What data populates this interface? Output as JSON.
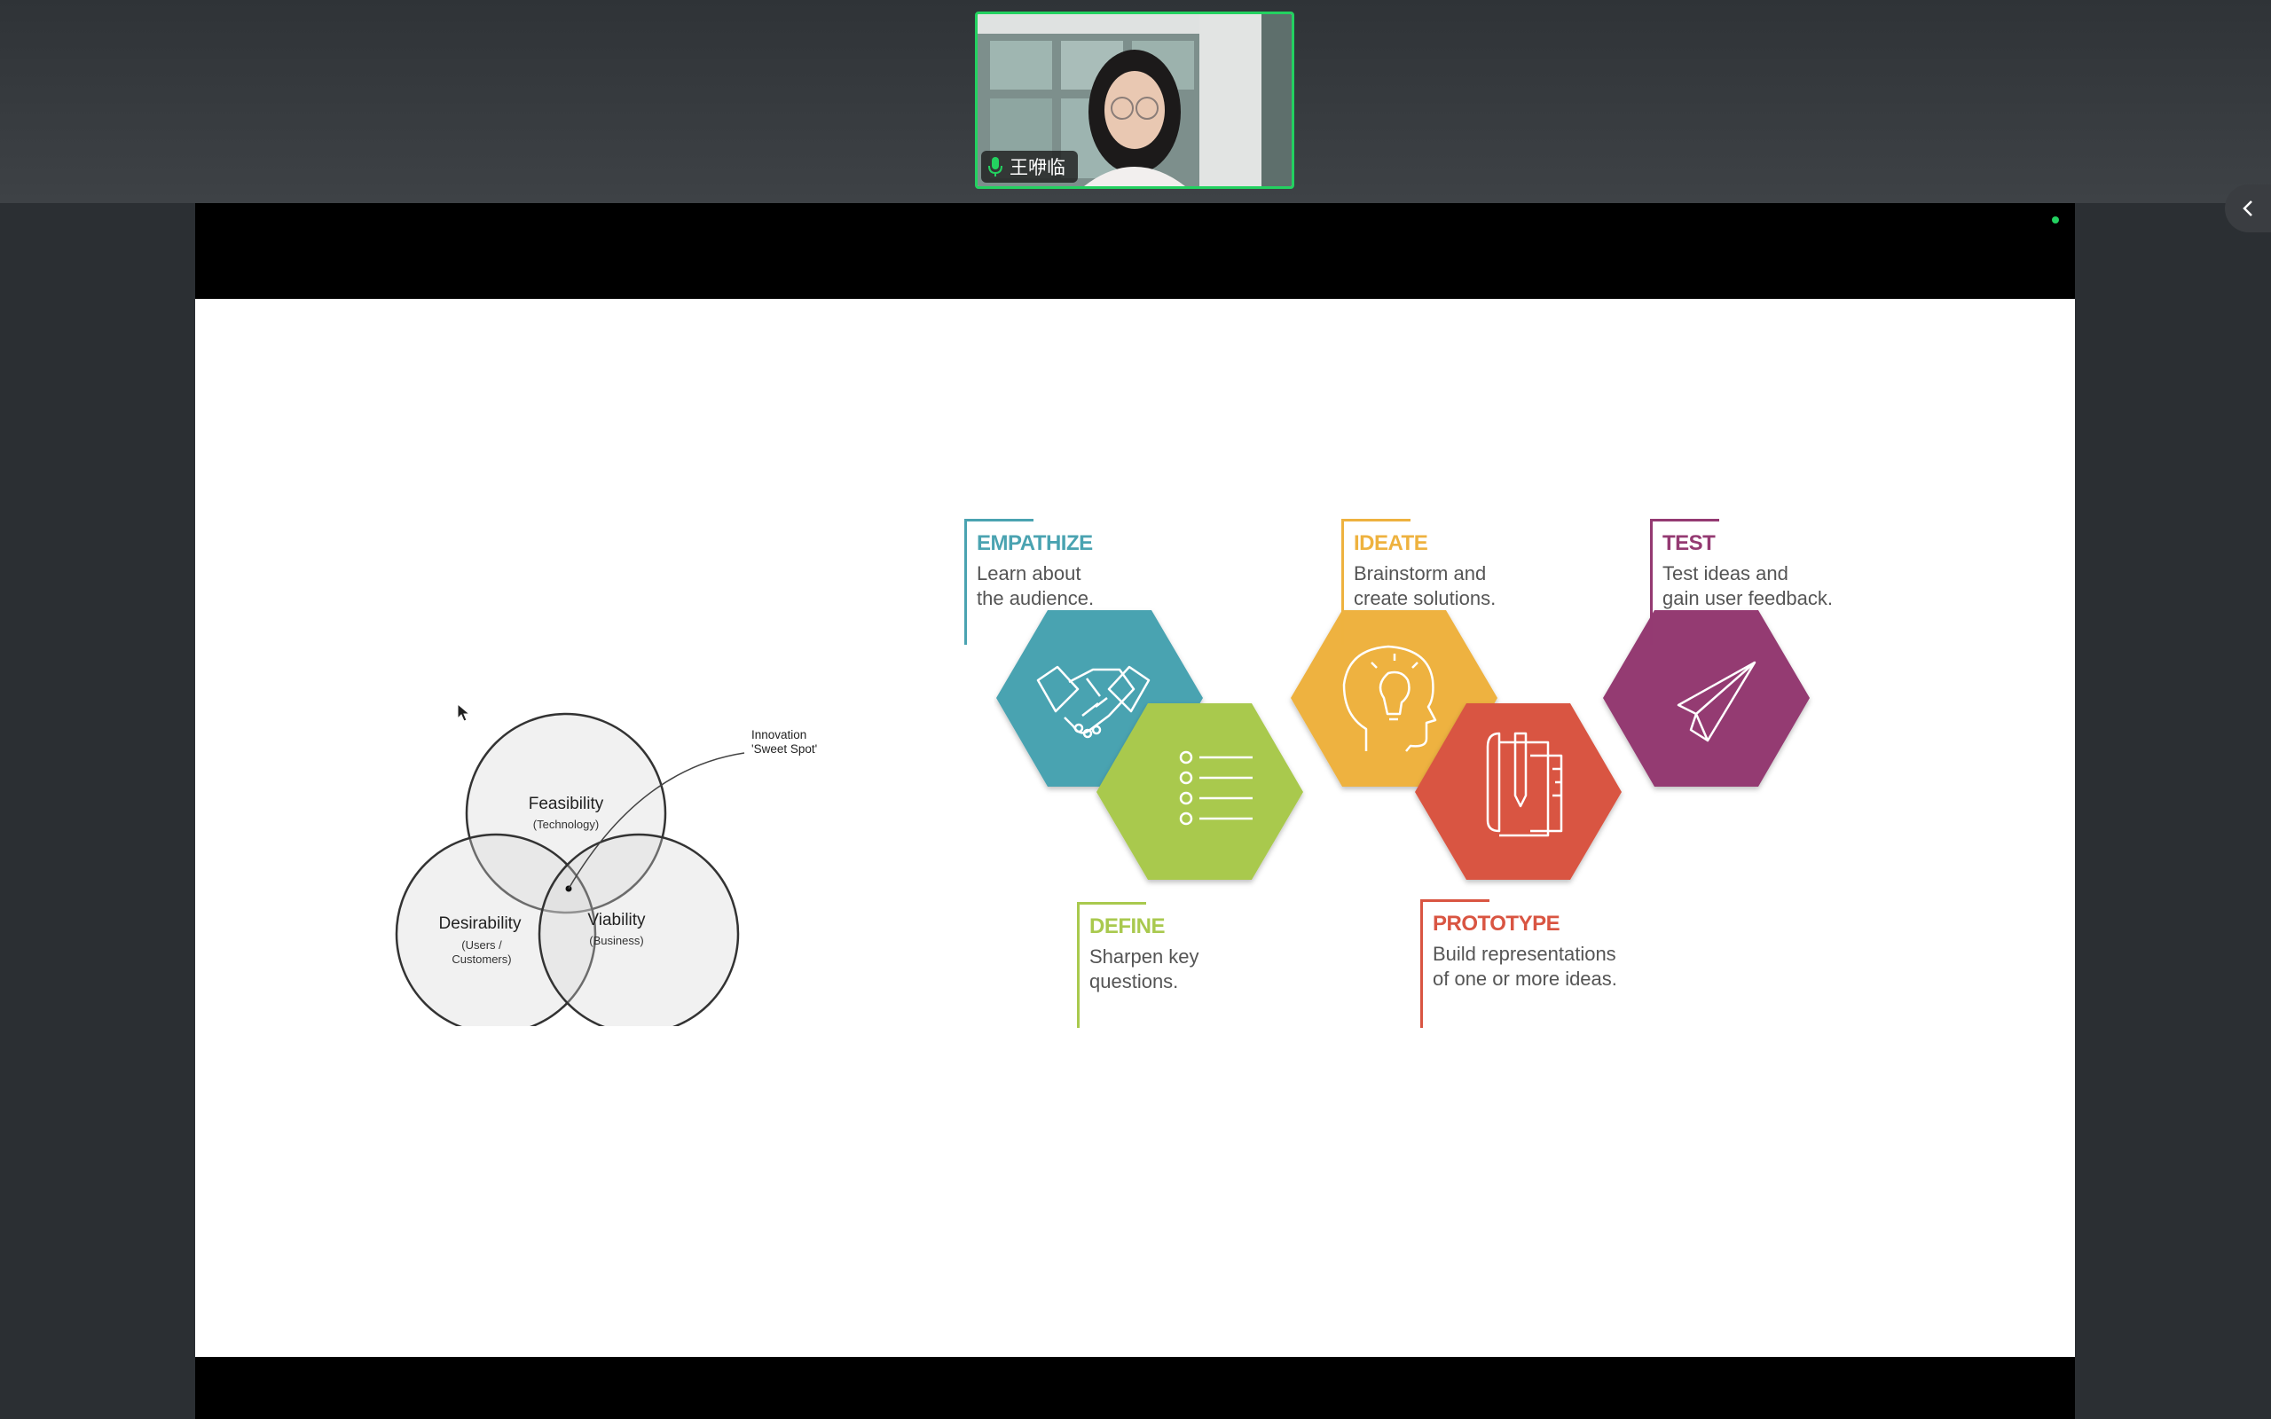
{
  "participant": {
    "name": "王咿临",
    "mic": "mic-icon",
    "border_color": "#23d160"
  },
  "panel": {
    "toggle_icon": "chevron-left-icon"
  },
  "venn": {
    "circles": [
      {
        "name": "Feasibility",
        "sub": [
          "(Technology)"
        ]
      },
      {
        "name": "Desirability",
        "sub": [
          "(Users /",
          "Customers)"
        ]
      },
      {
        "name": "Viability",
        "sub": [
          "(Business)"
        ]
      }
    ],
    "callout": [
      "Innovation",
      "'Sweet Spot'"
    ]
  },
  "design_thinking": {
    "stages": [
      {
        "title": "EMPATHIZE",
        "desc": "Learn about\nthe audience.",
        "color": "#4aa3b1",
        "icon": "handshake-icon"
      },
      {
        "title": "DEFINE",
        "desc": "Sharpen key\nquestions.",
        "color": "#a9c94e",
        "icon": "checklist-icon"
      },
      {
        "title": "IDEATE",
        "desc": "Brainstorm and\ncreate solutions.",
        "color": "#eeb23f",
        "icon": "lightbulb-head-icon"
      },
      {
        "title": "PROTOTYPE",
        "desc": "Build representations\nof one or more ideas.",
        "color": "#d95542",
        "icon": "blueprint-icon"
      },
      {
        "title": "TEST",
        "desc": "Test ideas and\ngain user feedback.",
        "color": "#943a72",
        "icon": "paper-plane-icon"
      }
    ]
  }
}
